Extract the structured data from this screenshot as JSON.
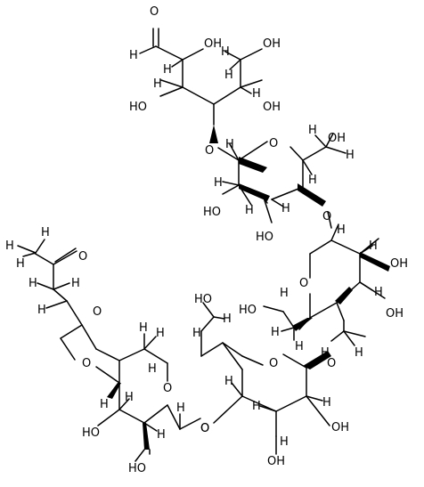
{
  "molecule": {
    "atom_labels": {
      "o_aldehyde": "O",
      "h_aldehyde": "H",
      "oh_c2": "OH",
      "h_c2": "H",
      "oh_c6": "OH",
      "ho_c3": "HO",
      "h_c3": "H",
      "h_c5": "H",
      "oh_c5": "OH",
      "h_c4": "H",
      "o_link1": "O",
      "ring1_o": "O",
      "oh_c6b": "OH",
      "h_r1_anomer": "H",
      "h_r1c5": "H",
      "ho_r1c2": "HO",
      "h_r1c2": "H",
      "h_r1c3": "H",
      "h_r1c4": "H",
      "ho_r1c3": "HO",
      "o_link2": "O",
      "ring2_o": "O",
      "h_r2_anomer": "H",
      "oh_r2c2": "OH",
      "h_r2c2": "H",
      "ho_r2c6": "HO",
      "h_r2c5": "H",
      "h_r2c3": "H",
      "oh_r2c3": "OH",
      "h_r2c4": "H",
      "o_link3": "O",
      "o_ketone": "O",
      "h_acetal": "H",
      "acetal_o1": "O",
      "acetal_o2": "O",
      "ring3_o": "O",
      "ho_r3c6": "HO",
      "h_r3c5": "H",
      "h_r3_anomer": "H",
      "h_r3c4": "H",
      "oh_r3c2": "OH",
      "h_r3c2": "H",
      "h_r3c3": "H",
      "oh_r3c3": "OH",
      "ho_r4c4": "HO",
      "h_r4c4": "H",
      "h_r4c3": "H",
      "ring4_o": "O",
      "h_r4_anomer": "H",
      "h_r4c2": "H",
      "ho_r4c2": "HO",
      "o_link4": "O",
      "h_r4c5": "H",
      "h_ch3_1": "H",
      "h_ch3_2": "H",
      "h_ch3_3": "H",
      "h_ch2_1": "H",
      "h_ch2_2": "H",
      "h_r4c6_1": "H",
      "h_r4c6_2": "H",
      "h_r2c6_1": "H",
      "h_r2c6_2": "H",
      "h_r3c6_1": "H",
      "h_r3c6_2": "H",
      "h_r1c6_1": "H",
      "h_r1c6_2": "H",
      "h_c6_1": "H",
      "h_c6_2": "H"
    }
  }
}
